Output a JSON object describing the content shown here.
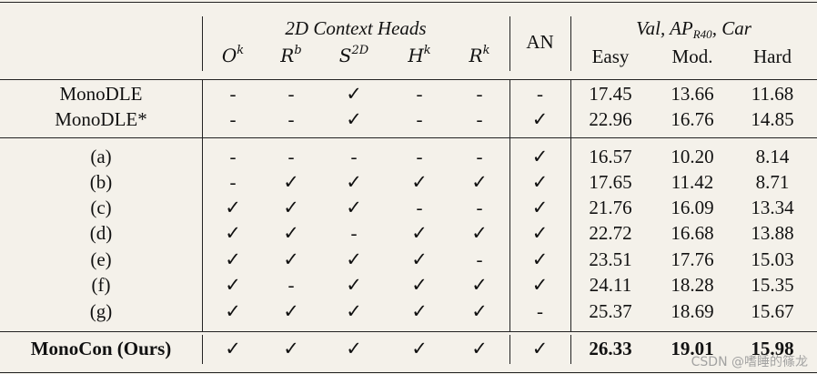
{
  "header": {
    "group_context": "2D Context Heads",
    "group_an": "AN",
    "group_val_prefix": "Val, AP",
    "group_val_sub": "R40",
    "group_val_suffix": ", Car",
    "context_cols": [
      {
        "sym": "O",
        "sup": "k"
      },
      {
        "sym": "R",
        "sup": "b"
      },
      {
        "sym": "S",
        "sup": "2D"
      },
      {
        "sym": "H",
        "sup": "k"
      },
      {
        "sym": "R",
        "sup": "k"
      }
    ],
    "metric_cols": [
      "Easy",
      "Mod.",
      "Hard"
    ]
  },
  "baselines": [
    {
      "name": "MonoDLE",
      "heads": [
        "-",
        "-",
        "✓",
        "-",
        "-"
      ],
      "an": "-",
      "metrics": [
        "17.45",
        "13.66",
        "11.68"
      ]
    },
    {
      "name": "MonoDLE*",
      "heads": [
        "-",
        "-",
        "✓",
        "-",
        "-"
      ],
      "an": "✓",
      "metrics": [
        "22.96",
        "16.76",
        "14.85"
      ]
    }
  ],
  "ablations": [
    {
      "name": "(a)",
      "heads": [
        "-",
        "-",
        "-",
        "-",
        "-"
      ],
      "an": "✓",
      "metrics": [
        "16.57",
        "10.20",
        "8.14"
      ]
    },
    {
      "name": "(b)",
      "heads": [
        "-",
        "✓",
        "✓",
        "✓",
        "✓"
      ],
      "an": "✓",
      "metrics": [
        "17.65",
        "11.42",
        "8.71"
      ]
    },
    {
      "name": "(c)",
      "heads": [
        "✓",
        "✓",
        "✓",
        "-",
        "-"
      ],
      "an": "✓",
      "metrics": [
        "21.76",
        "16.09",
        "13.34"
      ]
    },
    {
      "name": "(d)",
      "heads": [
        "✓",
        "✓",
        "-",
        "✓",
        "✓"
      ],
      "an": "✓",
      "metrics": [
        "22.72",
        "16.68",
        "13.88"
      ]
    },
    {
      "name": "(e)",
      "heads": [
        "✓",
        "✓",
        "✓",
        "✓",
        "-"
      ],
      "an": "✓",
      "metrics": [
        "23.51",
        "17.76",
        "15.03"
      ]
    },
    {
      "name": "(f)",
      "heads": [
        "✓",
        "-",
        "✓",
        "✓",
        "✓"
      ],
      "an": "✓",
      "metrics": [
        "24.11",
        "18.28",
        "15.35"
      ]
    },
    {
      "name": "(g)",
      "heads": [
        "✓",
        "✓",
        "✓",
        "✓",
        "✓"
      ],
      "an": "-",
      "metrics": [
        "25.37",
        "18.69",
        "15.67"
      ]
    }
  ],
  "ours": {
    "name": "MonoCon (Ours)",
    "heads": [
      "✓",
      "✓",
      "✓",
      "✓",
      "✓"
    ],
    "an": "✓",
    "metrics": [
      "26.33",
      "19.01",
      "15.98"
    ]
  },
  "watermark": "CSDN @嗜睡的篠龙"
}
